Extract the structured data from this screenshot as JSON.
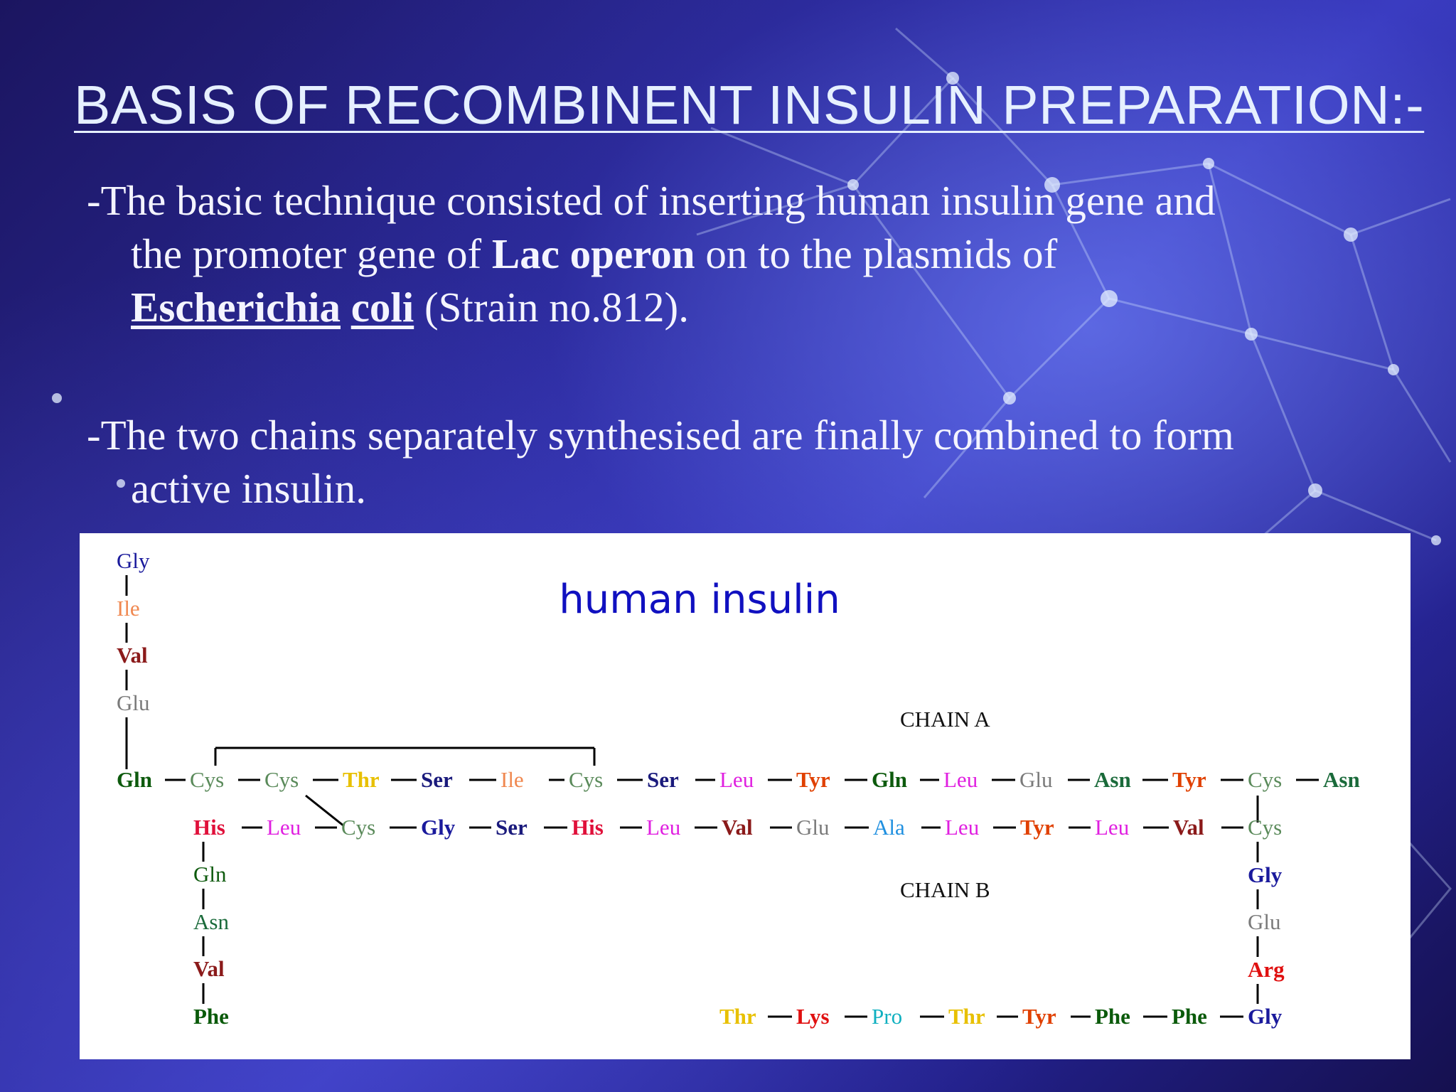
{
  "slide": {
    "title": "BASIS OF RECOMBINENT INSULIN PREPARATION:-",
    "paragraph1": {
      "line1": "-The basic technique consisted of inserting human insulin gene and",
      "line2_a": "the promoter gene of ",
      "line2_b": "Lac operon",
      "line2_c": " on to the plasmids of",
      "line3_a": "Escherichia",
      "line3_b": " ",
      "line3_c": "coli",
      "line3_d": " (Strain no.812)."
    },
    "paragraph2": {
      "line1": "-The two chains separately  synthesised are finally combined to form",
      "line2": "active insulin."
    }
  },
  "diagram": {
    "title": "human insulin",
    "chain_a_label": "CHAIN A",
    "chain_b_label": "CHAIN B",
    "colors": {
      "Gly": "#1a1a9c",
      "Ile": "#f08850",
      "Val": "#8b1a1a",
      "Glu": "#7a7a7a",
      "Gln": "#0d5a0d",
      "Cys": "#5a8a5a",
      "Thr": "#e8c000",
      "Ser": "#1a1a7c",
      "Leu": "#e020e0",
      "Tyr": "#e04000",
      "Asn": "#1a6a3a",
      "His": "#e0103a",
      "Ala": "#2090e0",
      "Phe": "#0a5a0a",
      "Arg": "#e01010",
      "Lys": "#e01010",
      "Pro": "#10b0c0",
      "title": "#1010c0"
    },
    "chain_a_vertical": [
      "Gly",
      "Ile",
      "Val",
      "Glu"
    ],
    "chain_a_row": [
      "Gln",
      "Cys",
      "Cys",
      "Thr",
      "Ser",
      "Ile",
      "Cys",
      "Ser",
      "Leu",
      "Tyr",
      "Gln",
      "Leu",
      "Glu",
      "Asn",
      "Tyr",
      "Cys",
      "Asn"
    ],
    "chain_b_row": [
      "His",
      "Leu",
      "Cys",
      "Gly",
      "Ser",
      "His",
      "Leu",
      "Val",
      "Glu",
      "Ala",
      "Leu",
      "Tyr",
      "Leu",
      "Val",
      "Cys"
    ],
    "chain_b_left_vertical": [
      "Gln",
      "Asn",
      "Val",
      "Phe"
    ],
    "chain_b_right_vertical": [
      "Gly",
      "Glu",
      "Arg"
    ],
    "chain_b_bottom_row": [
      "Thr",
      "Lys",
      "Pro",
      "Thr",
      "Tyr",
      "Phe",
      "Phe",
      "Gly"
    ],
    "display_labels": {
      "Ile": "Ile"
    }
  }
}
